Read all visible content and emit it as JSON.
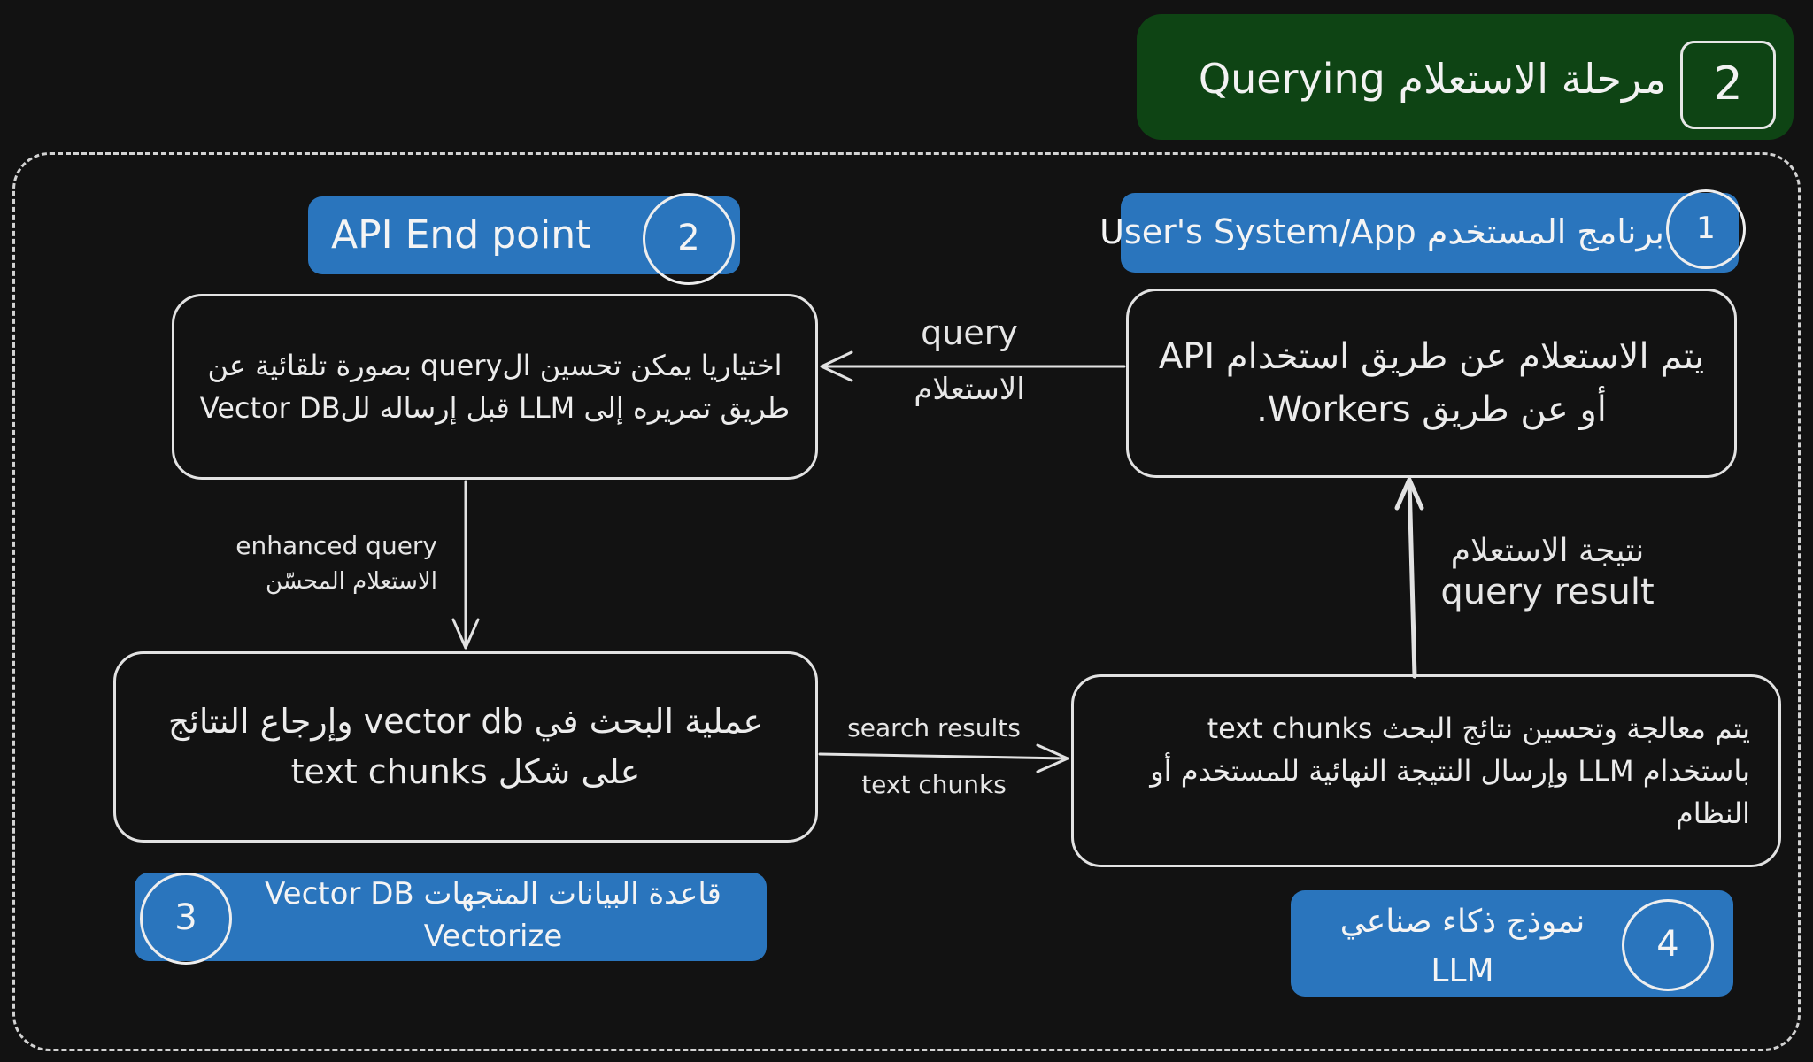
{
  "stage": {
    "title": "Querying مرحلة الاستعلام",
    "number": "2"
  },
  "labels": {
    "user_app": {
      "number": "1",
      "text": "User's System/App برنامج المستخدم"
    },
    "api_endpoint": {
      "number": "2",
      "text": "API End point"
    },
    "vector_db": {
      "number": "3",
      "line1": "Vector DB قاعدة البيانات المتجهات",
      "line2": "Vectorize"
    },
    "llm": {
      "number": "4",
      "line1": "نموذج ذكاء صناعي",
      "line2": "LLM"
    }
  },
  "boxes": {
    "user_query": {
      "line1": "يتم الاستعلام عن طريق استخدام API",
      "line2": "أو عن طريق Workers."
    },
    "enhance": {
      "line1": "اختياريا يمكن تحسين الquery بصورة تلقائية عن",
      "line2": "طريق تمريره إلى LLM قبل إرساله للVector DB"
    },
    "search": {
      "line1": "عملية البحث في vector db وإرجاع النتائج",
      "line2": "على شكل text chunks"
    },
    "process": {
      "line1": "يتم معالجة وتحسين نتائج البحث text chunks",
      "line2": "باستخدام LLM وإرسال النتيجة النهائية للمستخدم أو",
      "line3": "النظام"
    }
  },
  "edges": {
    "query": {
      "en": "query",
      "ar": "الاستعلام"
    },
    "enhanced_query": {
      "en": "enhanced query",
      "ar": "الاستعلام المحسّن"
    },
    "search_results": {
      "en": "search results",
      "ar": "text chunks"
    },
    "query_result": {
      "ar": "نتيجة الاستعلام",
      "en": "query result"
    }
  },
  "colors": {
    "background": "#121212",
    "stage_green": "#0e4414",
    "label_blue": "#2a75bd",
    "stroke": "#e2e2e2"
  }
}
